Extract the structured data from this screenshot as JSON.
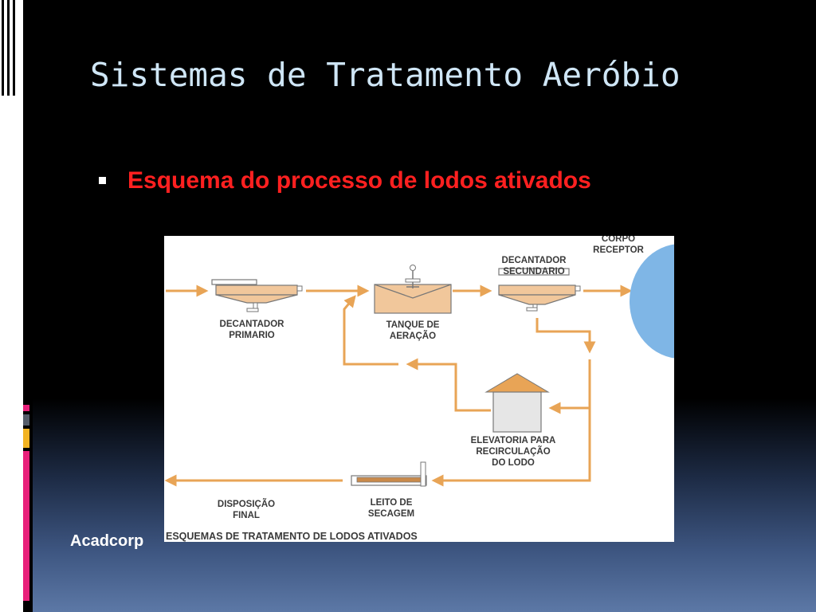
{
  "slide": {
    "title": "Sistemas de Tratamento Aeróbio",
    "bullet": "Esquema do processo de lodos ativados",
    "footer": "Acadcorp",
    "colors": {
      "arrow": "#e8a456",
      "title": "#cfe6f6",
      "bullet": "#ff2020",
      "tank": "#f1c79b",
      "water": "#7fb6e6"
    }
  },
  "diagram": {
    "caption": "ESQUEMAS DE TRATAMENTO DE LODOS ATIVADOS",
    "labels": {
      "decantador_primario_1": "DECANTADOR",
      "decantador_primario_2": "PRIMARIO",
      "tanque_1": "TANQUE DE",
      "tanque_2": "AERAÇÃO",
      "decantador_secundario_1": "DECANTADOR",
      "decantador_secundario_2": "SECUNDARIO",
      "corpo_1": "CORPO",
      "corpo_2": "RECEPTOR",
      "elevatoria_1": "ELEVATORIA PARA",
      "elevatoria_2": "RECIRCULAÇÃO",
      "elevatoria_3": "DO LODO",
      "leito_1": "LEITO DE",
      "leito_2": "SECAGEM",
      "disposicao_1": "DISPOSIÇÃO",
      "disposicao_2": "FINAL"
    }
  }
}
